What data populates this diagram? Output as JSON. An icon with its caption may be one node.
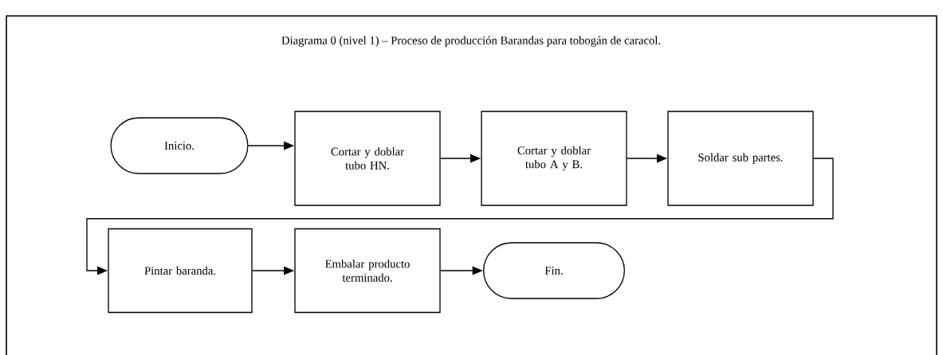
{
  "diagram": {
    "title": "Diagrama 0 (nivel 1) – Proceso de producción Barandas para tobogán de caracol.",
    "nodes": [
      {
        "text": [
          "Inicio."
        ]
      },
      {
        "text": [
          "Cortar y doblar tubo HN."
        ]
      },
      {
        "text": [
          "Cortar y doblar tubo A y B."
        ]
      },
      {
        "text": [
          "Soldar sub partes."
        ]
      },
      {
        "text": [
          "Pintar baranda."
        ]
      },
      {
        "text": [
          "Embalar producto terminado."
        ]
      },
      {
        "text": [
          "Fin."
        ]
      }
    ],
    "edges": [
      {
        "from": 0,
        "to": 1,
        "arrow": "to"
      },
      {
        "from": 1,
        "to": 2,
        "arrow": "to"
      },
      {
        "from": 2,
        "to": 3,
        "arrow": "to"
      },
      {
        "from": 3,
        "to": 4,
        "arrow": "to"
      },
      {
        "from": 4,
        "to": 5,
        "arrow": "to"
      },
      {
        "from": 5,
        "to": 6,
        "arrow": "to"
      }
    ]
  }
}
